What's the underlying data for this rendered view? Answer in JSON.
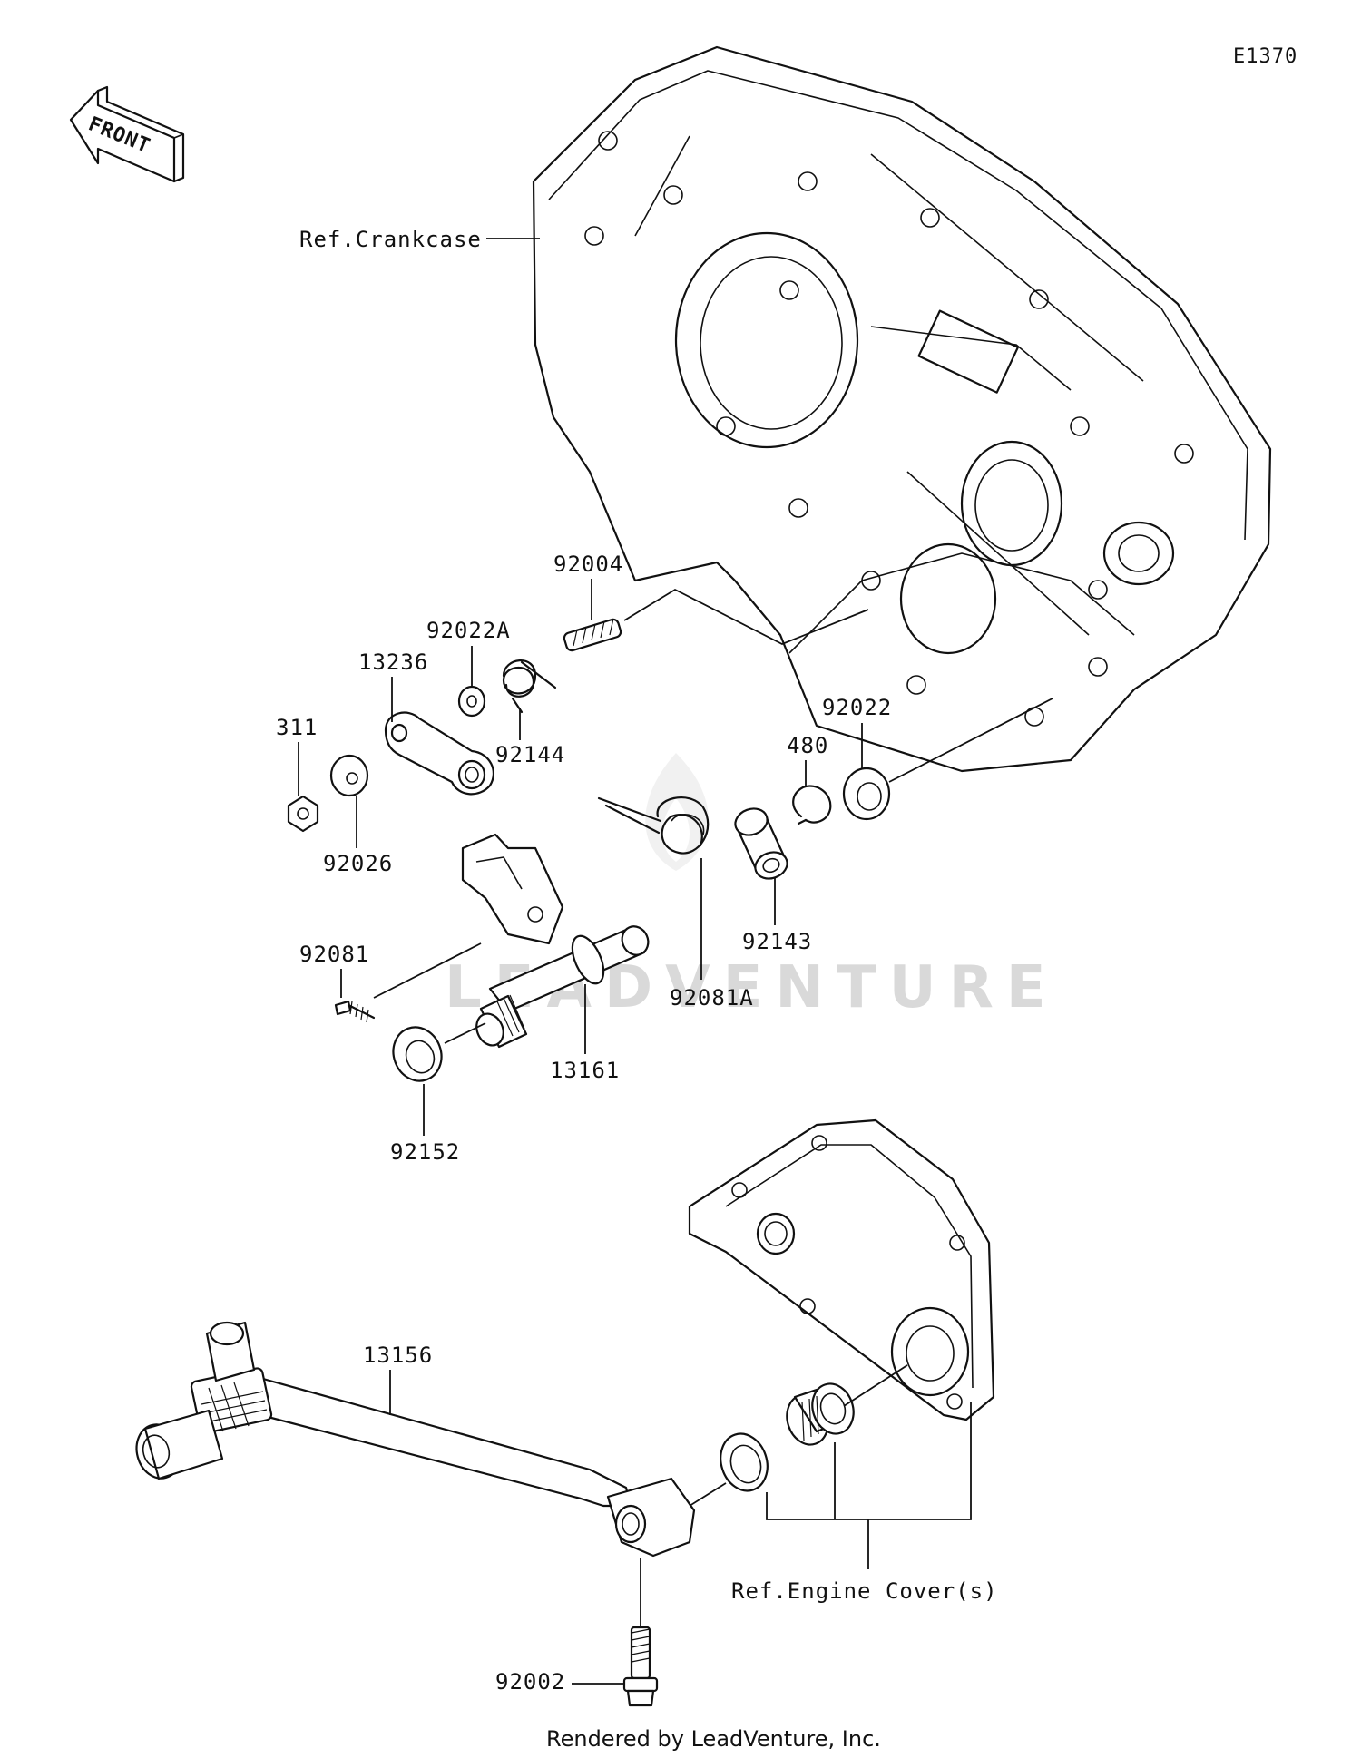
{
  "diagram_code": "E1370",
  "front_indicator": "FRONT",
  "references": {
    "crankcase": "Ref.Crankcase",
    "engine_cover": "Ref.Engine Cover(s)"
  },
  "parts": {
    "p92004": "92004",
    "p92022A": "92022A",
    "p13236": "13236",
    "p311": "311",
    "p92144": "92144",
    "p92022": "92022",
    "p480": "480",
    "p92026": "92026",
    "p92081": "92081",
    "p92143": "92143",
    "p92081A": "92081A",
    "p13161": "13161",
    "p92152": "92152",
    "p13156": "13156",
    "p92002": "92002"
  },
  "watermark": "LEADVENTURE",
  "footer": "Rendered by LeadVenture, Inc."
}
